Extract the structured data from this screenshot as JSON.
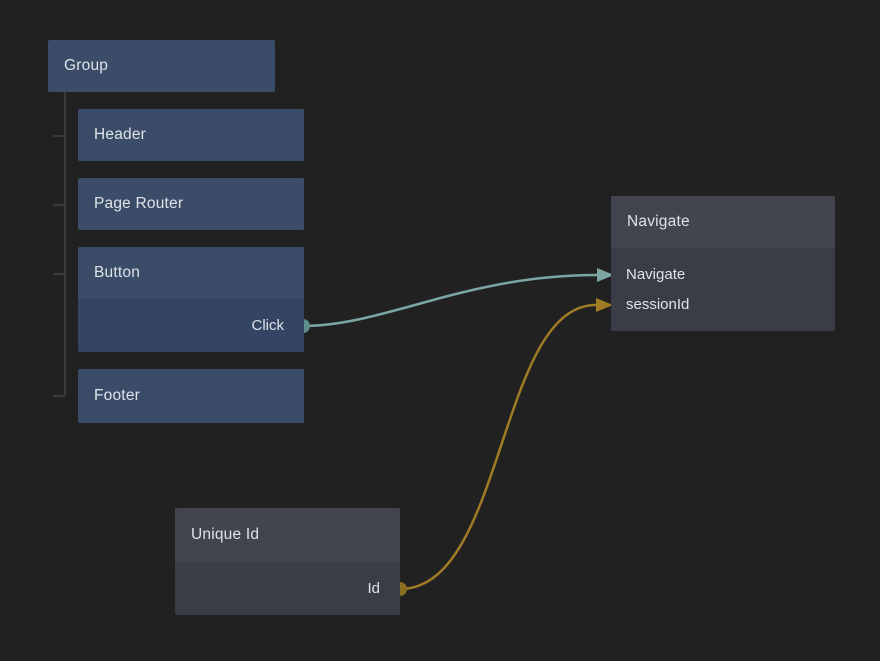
{
  "colors": {
    "background": "#212121",
    "blue_node_header": "#3a4c68",
    "blue_node_body": "#344563",
    "gray_node_header": "#42444f",
    "gray_node_body": "#3a3d48",
    "tree_line": "#3a3a3a",
    "signal_connection": "#7ba6a3",
    "signal_port": "#5f8f8d",
    "data_connection": "#a07b25",
    "data_port": "#8a6d20",
    "text": "#dfe3e8"
  },
  "nodes": {
    "group": {
      "title": "Group"
    },
    "header": {
      "title": "Header"
    },
    "page_router": {
      "title": "Page Router"
    },
    "button": {
      "title": "Button",
      "outputs": [
        {
          "label": "Click"
        }
      ]
    },
    "footer": {
      "title": "Footer"
    },
    "navigate": {
      "title": "Navigate",
      "inputs": [
        {
          "label": "Navigate"
        },
        {
          "label": "sessionId"
        }
      ]
    },
    "unique_id": {
      "title": "Unique Id",
      "outputs": [
        {
          "label": "Id"
        }
      ]
    }
  },
  "hierarchy": {
    "parent": "Group",
    "children": [
      "Header",
      "Page Router",
      "Button",
      "Footer"
    ]
  },
  "connections": [
    {
      "from": "Button.Click",
      "to": "Navigate.Navigate",
      "type": "signal"
    },
    {
      "from": "Unique Id.Id",
      "to": "Navigate.sessionId",
      "type": "data"
    }
  ]
}
